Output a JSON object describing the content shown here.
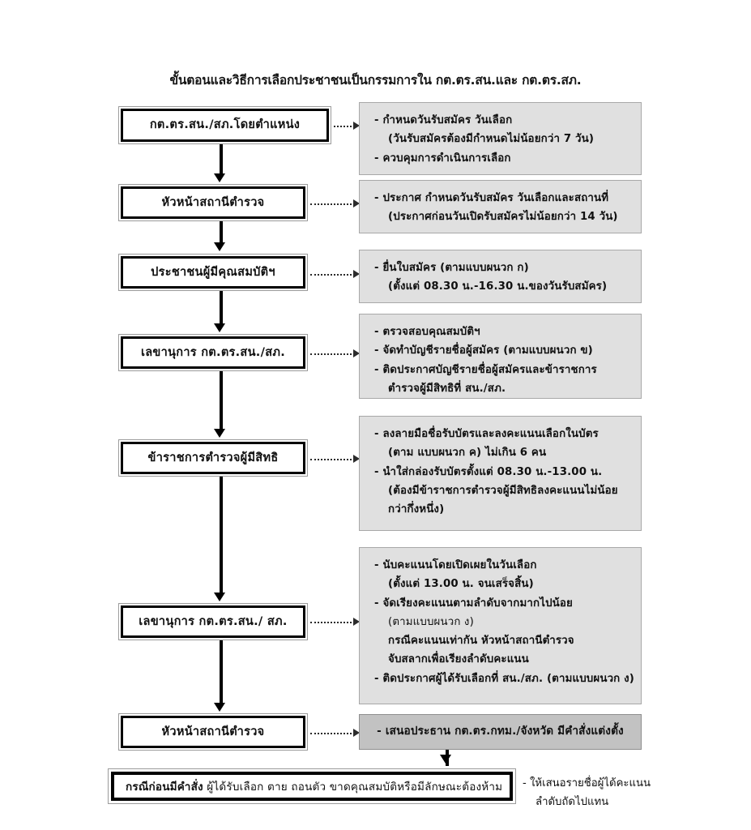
{
  "title": "ขั้นตอนและวิธีการเลือกประชาชนเป็นกรรมการใน กต.ตร.สน.และ กต.ตร.สภ.",
  "colors": {
    "panel_light": "#e0e0e0",
    "panel_dark": "#c2c2c2",
    "box_border": "#000000",
    "text": "#101010"
  },
  "stages": [
    {
      "label": "กต.ตร.สน./สภ.โดยตำแหน่ง"
    },
    {
      "label": "หัวหน้าสถานีตำรวจ"
    },
    {
      "label": "ประชาชนผู้มีคุณสมบัติฯ"
    },
    {
      "label": "เลขานุการ กต.ตร.สน./สภ."
    },
    {
      "label": "ข้าราชการตำรวจผู้มีสิทธิ"
    },
    {
      "label": "เลขานุการ กต.ตร.สน./ สภ."
    },
    {
      "label": "หัวหน้าสถานีตำรวจ"
    }
  ],
  "panels": [
    {
      "id": "panel-1",
      "lines": [
        {
          "text": "- กำหนดวันรับสมัคร วันเลือก",
          "style": "bold"
        },
        {
          "text": "(วันรับสมัครต้องมีกำหนดไม่น้อยกว่า 7 วัน)",
          "style": "bold indent"
        },
        {
          "text": "- ควบคุมการดำเนินการเลือก",
          "style": "bold"
        }
      ]
    },
    {
      "id": "panel-2",
      "lines": [
        {
          "text": "- ประกาศ กำหนดวันรับสมัคร วันเลือกและสถานที่",
          "style": "bold"
        },
        {
          "text": "(ประกาศก่อนวันเปิดรับสมัครไม่น้อยกว่า 14 วัน)",
          "style": "bold indent"
        }
      ]
    },
    {
      "id": "panel-3",
      "lines": [
        {
          "text": "- ยื่นใบสมัคร (ตามแบบผนวก ก)",
          "style": "bold"
        },
        {
          "text": "(ตั้งแต่ 08.30 น.-16.30 น.ของวันรับสมัคร)",
          "style": "bold indent"
        }
      ]
    },
    {
      "id": "panel-4",
      "lines": [
        {
          "text": "- ตรวจสอบคุณสมบัติฯ",
          "style": "bold"
        },
        {
          "text": "- จัดทำบัญชีรายชื่อผู้สมัคร (ตามแบบผนวก ข)",
          "style": "bold"
        },
        {
          "text": "- ติดประกาศบัญชีรายชื่อผู้สมัครและข้าราชการ",
          "style": "bold"
        },
        {
          "text": "ตำรวจผู้มีสิทธิที่ สน./สภ.",
          "style": "bold indent"
        }
      ]
    },
    {
      "id": "panel-5",
      "lines": [
        {
          "text": "- ลงลายมือชื่อรับบัตรและลงคะแนนเลือกในบัตร",
          "style": "bold"
        },
        {
          "text": "(ตาม แบบผนวก ค)  ไม่เกิน 6  คน",
          "style": "bold indent"
        },
        {
          "text": "- นำใส่กล่องรับบัตรตั้งแต่ 08.30 น.-13.00 น.",
          "style": "bold"
        },
        {
          "text": "(ต้องมีข้าราชการตำรวจผู้มีสิทธิลงคะแนนไม่น้อย",
          "style": "bold indent"
        },
        {
          "text": "กว่ากึ่งหนึ่ง)",
          "style": "bold indent"
        }
      ]
    },
    {
      "id": "panel-6",
      "lines": [
        {
          "text": "- นับคะแนนโดยเปิดเผยในวันเลือก",
          "style": "bold"
        },
        {
          "text": "(ตั้งแต่ 13.00 น. จนเสร็จสิ้น)",
          "style": "bold indent"
        },
        {
          "text": "- จัดเรียงคะแนนตามลำดับจากมากไปน้อย",
          "style": "bold"
        },
        {
          "text": "(ตามแบบผนวก ง)",
          "style": "indent"
        },
        {
          "text": "กรณีคะแนนเท่ากัน   หัวหน้าสถานีตำรวจ",
          "style": "bold indent underline-first"
        },
        {
          "text": "จับสลากเพื่อเรียงลำดับคะแนน",
          "style": "bold indent"
        },
        {
          "text": "- ติดประกาศผู้ได้รับเลือกที่ สน./สภ. (ตามแบบผนวก ง)",
          "style": "bold"
        }
      ]
    },
    {
      "id": "panel-7",
      "dark": true,
      "lines": [
        {
          "text": "- เสนอประธาน กต.ตร.กทม./จังหวัด มีคำสั่งแต่งตั้ง",
          "style": "bold"
        }
      ]
    }
  ],
  "final_box": {
    "bold_prefix": "กรณีก่อนมีคำสั่ง",
    "rest": " ผู้ได้รับเลือก ตาย ถอนตัว ขาดคุณสมบัติหรือมีลักษณะต้องห้าม"
  },
  "trailing_note": {
    "line1": "- ให้เสนอรายชื่อผู้ได้คะแนน",
    "line2": "ลำดับถัดไปแทน"
  }
}
